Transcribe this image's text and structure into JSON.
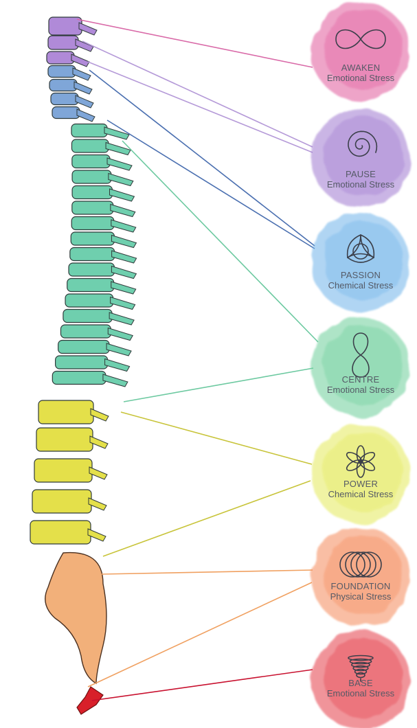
{
  "diagram": {
    "nodes": [
      {
        "id": "awaken",
        "name": "AWAKEN",
        "stress": "Emotional Stress",
        "color": "#e15a9c",
        "icon": "infinity-icon",
        "line_color": "#d96aa8",
        "spine_region": "cervical-top"
      },
      {
        "id": "pause",
        "name": "PAUSE",
        "stress": "Emotional Stress",
        "color": "#a07ad0",
        "icon": "spiral-icon",
        "line_color": "#b59ad8",
        "spine_region": "cervical"
      },
      {
        "id": "passion",
        "name": "PASSION",
        "stress": "Chemical Stress",
        "color": "#6fb4ea",
        "icon": "triquetra-icon",
        "line_color": "#4a6fb0",
        "spine_region": "cervical-lower"
      },
      {
        "id": "centre",
        "name": "CENTRE",
        "stress": "Emotional Stress",
        "color": "#6ccf9a",
        "icon": "figure-eight-icon",
        "line_color": "#6cc9a0",
        "spine_region": "thoracic"
      },
      {
        "id": "power",
        "name": "POWER",
        "stress": "Chemical Stress",
        "color": "#e4ea5a",
        "icon": "flower-icon",
        "line_color": "#c8c43a",
        "spine_region": "lumbar"
      },
      {
        "id": "foundation",
        "name": "FOUNDATION",
        "stress": "Physical Stress",
        "color": "#f58a5a",
        "icon": "rings-icon",
        "line_color": "#f0a060",
        "spine_region": "sacrum"
      },
      {
        "id": "base",
        "name": "BASE",
        "stress": "Emotional Stress",
        "color": "#e53c48",
        "icon": "coil-icon",
        "line_color": "#c8102e",
        "spine_region": "coccyx"
      }
    ],
    "spine_colors": {
      "cervical_top": "#b08ad8",
      "cervical": "#7fa6d8",
      "thoracic": "#6fcfae",
      "lumbar": "#e4e04a",
      "sacrum": "#f2b07a",
      "coccyx": "#d8202a"
    }
  }
}
